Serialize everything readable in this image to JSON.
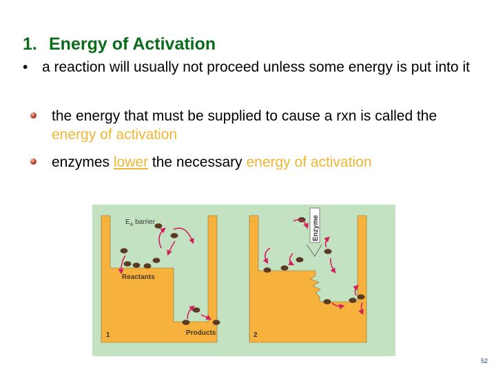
{
  "slide": {
    "heading_number": "1.",
    "heading_text": "Energy of Activation",
    "bullet_marker": "•",
    "bullet1": "a reaction will usually not proceed unless some energy is put into it",
    "sub1_part1": "the energy that must be supplied to cause a rxn is called the ",
    "sub1_hl": "energy of activation",
    "sub2_part1": "enzymes ",
    "sub2_lower": "lower",
    "sub2_part2": " the necessary ",
    "sub2_hl": "energy of activation",
    "page_number": "52"
  },
  "figure": {
    "ea_label_main": "E",
    "ea_label_sub": "A",
    "ea_label_rest": " barrier",
    "reactants": "Reactants",
    "products": "Products",
    "enzyme": "Enzyme",
    "panel1": "1",
    "panel2": "2",
    "colors": {
      "background": "#c3e2c1",
      "fill": "#f7b23d",
      "ball": "#5a3a22",
      "arrow": "#d21f5e"
    }
  }
}
